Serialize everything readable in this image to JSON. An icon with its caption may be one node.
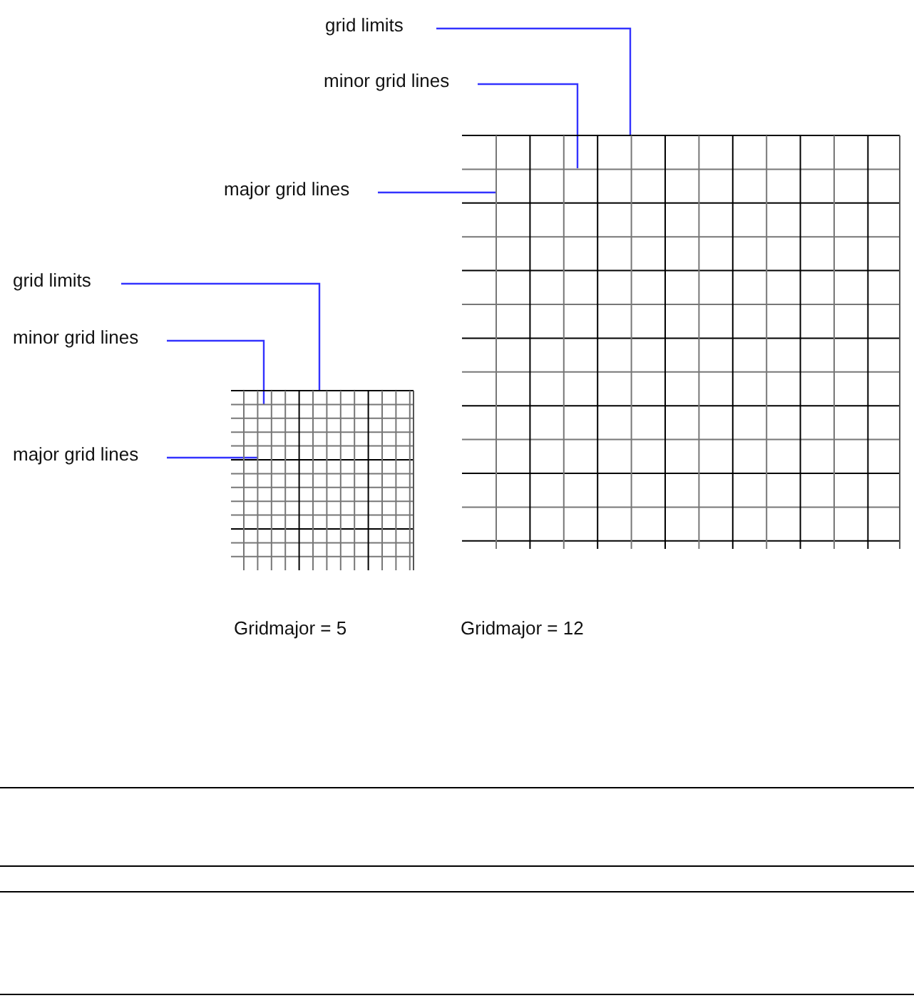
{
  "diagram": {
    "nodes": [
      {
        "text": [
          "grid limits"
        ]
      },
      {
        "text": [
          "minor grid lines"
        ]
      },
      {
        "text": [
          "major grid lines"
        ]
      },
      {
        "text": [
          "grid limits"
        ]
      },
      {
        "text": [
          "minor grid lines"
        ]
      },
      {
        "text": [
          "major grid lines"
        ]
      },
      {
        "text": [],
        "shape": "picture",
        "beside": [
          "Gridmajor = 5"
        ]
      },
      {
        "text": [],
        "shape": "picture",
        "beside": [
          "Gridmajor = 12"
        ]
      }
    ],
    "edges": [
      {
        "from": 0,
        "to": 7,
        "arrow": "none"
      },
      {
        "from": 1,
        "to": 7,
        "arrow": "none"
      },
      {
        "from": 2,
        "to": 7,
        "arrow": "none"
      },
      {
        "from": 3,
        "to": 6,
        "arrow": "none"
      },
      {
        "from": 4,
        "to": 6,
        "arrow": "none"
      },
      {
        "from": 5,
        "to": 6,
        "arrow": "none"
      }
    ]
  }
}
